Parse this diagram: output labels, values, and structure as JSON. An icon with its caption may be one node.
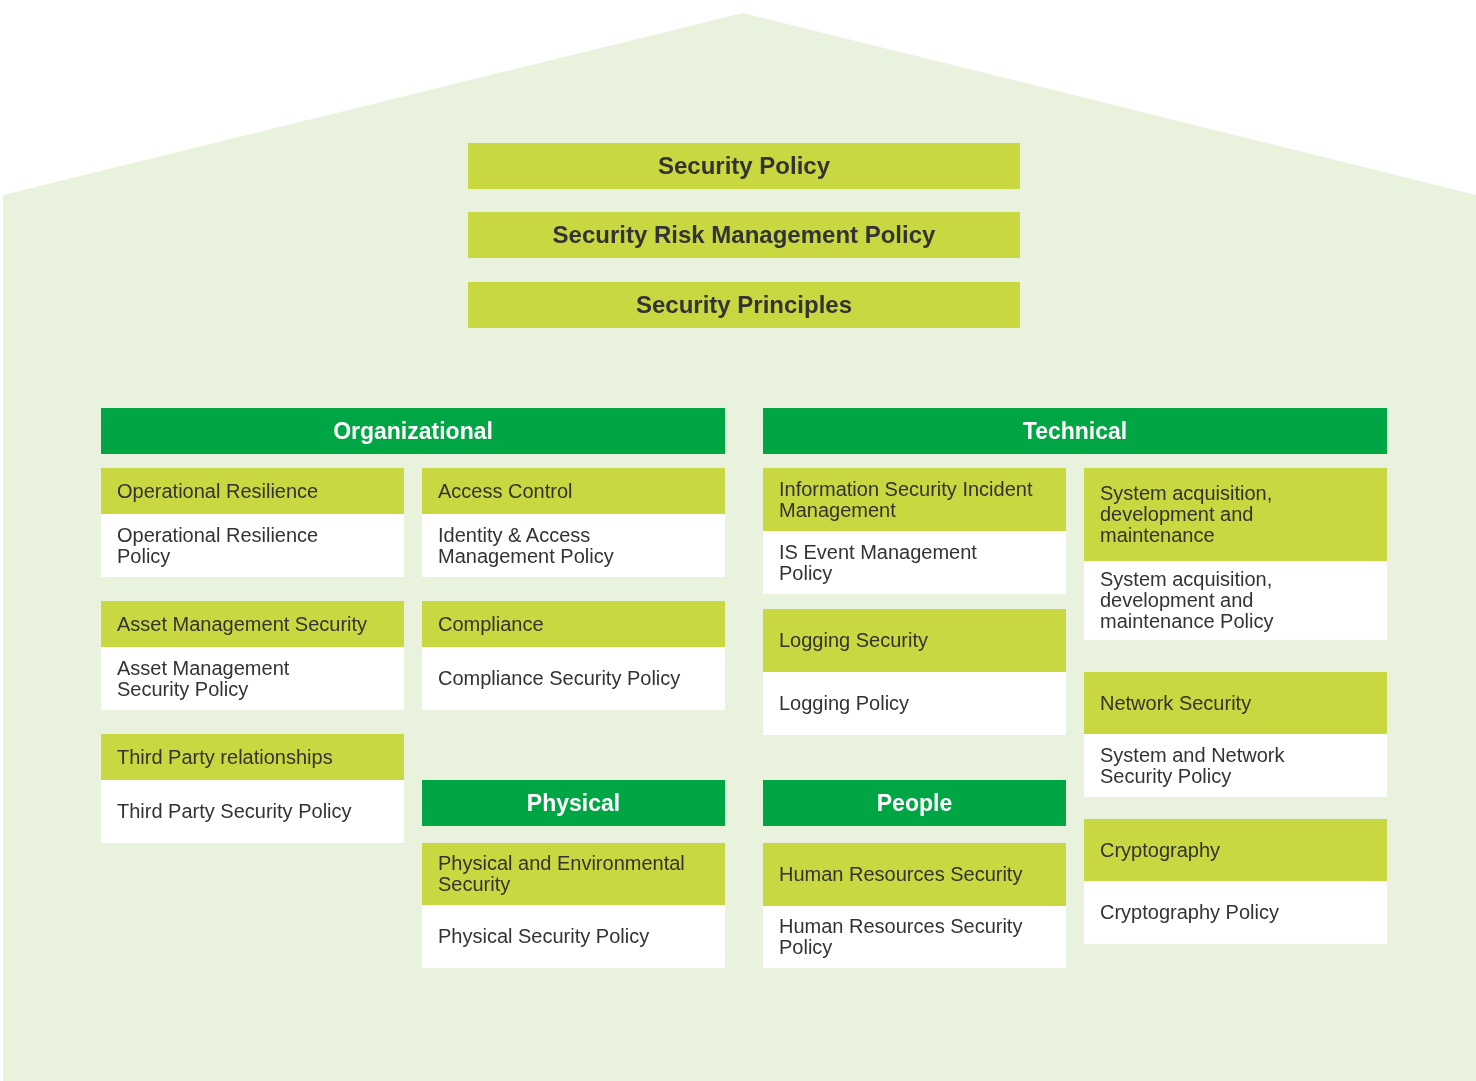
{
  "diagram": {
    "nodes": [
      {
        "text": [],
        "shape": "house"
      },
      {
        "text": [
          "Security Policy"
        ],
        "in": 0
      },
      {
        "text": [
          "Security Risk Management Policy"
        ],
        "in": 0
      },
      {
        "text": [
          "Security Principles"
        ],
        "in": 0
      },
      {
        "text": [
          "Organizational"
        ],
        "in": 0
      },
      {
        "text": [
          "Operational Resilience",
          "Operational Resilience Policy"
        ],
        "in": 0
      },
      {
        "text": [
          "Access Control",
          "Identity & Access Management Policy"
        ],
        "in": 0
      },
      {
        "text": [
          "Asset Management Security",
          "Asset Management Security Policy"
        ],
        "in": 0
      },
      {
        "text": [
          "Compliance",
          "Compliance Security Policy"
        ],
        "in": 0
      },
      {
        "text": [
          "Third Party relationships",
          "Third Party Security Policy"
        ],
        "in": 0
      },
      {
        "text": [
          "Technical"
        ],
        "in": 0
      },
      {
        "text": [
          "Information Security Incident Management",
          "IS Event Management Policy"
        ],
        "in": 0
      },
      {
        "text": [
          "System acquisition, development and maintenance",
          "System acquisition, development and maintenance Policy"
        ],
        "in": 0
      },
      {
        "text": [
          "Logging Security",
          "Logging Policy"
        ],
        "in": 0
      },
      {
        "text": [
          "Network Security",
          "System and Network Security Policy"
        ],
        "in": 0
      },
      {
        "text": [
          "Physical"
        ],
        "in": 0
      },
      {
        "text": [
          "Physical and Environmental Security",
          "Physical Security Policy"
        ],
        "in": 0
      },
      {
        "text": [
          "People"
        ],
        "in": 0
      },
      {
        "text": [
          "Human Resources Security",
          "Human Resources Security Policy"
        ],
        "in": 0
      },
      {
        "text": [
          "Cryptography",
          "Cryptography Policy"
        ],
        "in": 0
      }
    ]
  }
}
